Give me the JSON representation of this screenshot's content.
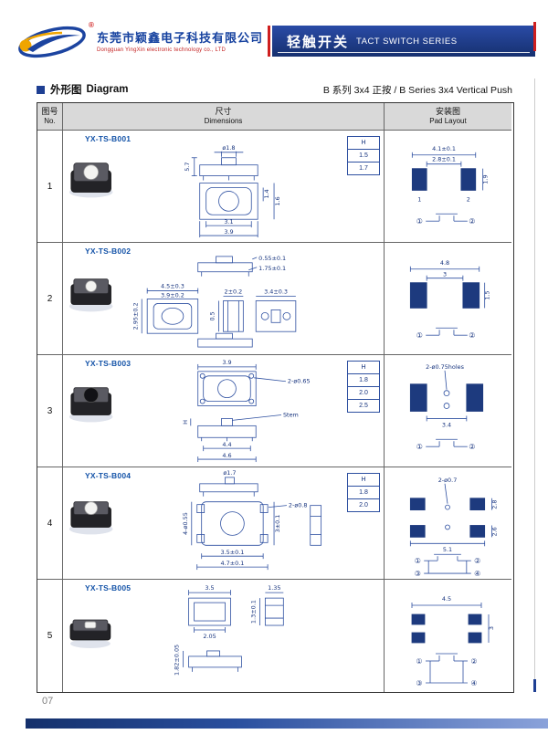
{
  "header": {
    "company_cn": "东莞市颖鑫电子科技有限公司",
    "company_en": "Dongguan YingXin electronic technology co., LTD",
    "registered": "®",
    "banner_cn": "轻触开关",
    "banner_en": "TACT SWITCH SERIES"
  },
  "section": {
    "title_cn": "外形图",
    "title_en": "Diagram",
    "series": "B 系列 3x4 正按 / B Series 3x4 Vertical Push"
  },
  "table": {
    "col_no_cn": "图号",
    "col_no_en": "No.",
    "col_dim_cn": "尺寸",
    "col_dim_en": "Dimensions",
    "col_pad_cn": "安装图",
    "col_pad_en": "Pad Layout"
  },
  "rows": [
    {
      "no": "1",
      "part": "YX-TS-B001",
      "htable": [
        "H",
        "1.5",
        "1.7"
      ],
      "d": {
        "dia": "ø1.8",
        "side": "5.7",
        "w_in": "3.1",
        "w_out": "3.9",
        "r1": "1.4",
        "r2": "1.6"
      },
      "pad": {
        "top": "4.1±0.1",
        "inner": "2.8±0.1",
        "side": "1.9",
        "p1": "1",
        "p2": "2",
        "c1": "①",
        "c2": "②"
      }
    },
    {
      "no": "2",
      "part": "YX-TS-B002",
      "d": {
        "a": "0.55±0.1",
        "b": "1.75±0.1",
        "c": "4.5±0.3",
        "e": "3.9±0.2",
        "f": "2.95±0.2",
        "g": "2±0.2",
        "h": "0.5",
        "i": "3.4±0.3"
      },
      "pad": {
        "top": "4.8",
        "inner": "3",
        "side": "1.5",
        "c1": "①",
        "c2": "②"
      }
    },
    {
      "no": "3",
      "part": "YX-TS-B003",
      "htable": [
        "H",
        "1.8",
        "2.0",
        "2.5"
      ],
      "d": {
        "a": "3.9",
        "b": "2-ø0.65",
        "stem": "Stem",
        "c": "4.4",
        "e": "4.6",
        "f": "H"
      },
      "pad": {
        "top": "2-ø0.75holes",
        "bottom": "3.4",
        "c1": "①",
        "c2": "②"
      }
    },
    {
      "no": "4",
      "part": "YX-TS-B004",
      "htable": [
        "H",
        "1.8",
        "2.0"
      ],
      "d": {
        "a": "ø1.7",
        "b": "4-ø0.55",
        "c": "2-ø0.8",
        "e": "3.5±0.1",
        "f": "4.7±0.1",
        "g": "3±0.1"
      },
      "pad": {
        "top": "2-ø0.7",
        "r1": "2.8",
        "r2": "2.6",
        "bottom": "5.1",
        "c1": "①",
        "c2": "②",
        "c3": "③",
        "c4": "④"
      }
    },
    {
      "no": "5",
      "part": "YX-TS-B005",
      "d": {
        "a": "3.5",
        "b": "2.05",
        "c": "1.35",
        "e": "1.3±0.1",
        "f": "1.82±0.05"
      },
      "pad": {
        "top": "4.5",
        "side": "3",
        "c1": "①",
        "c2": "②",
        "c3": "③",
        "c4": "④"
      }
    }
  ],
  "footer": {
    "page": "07"
  }
}
